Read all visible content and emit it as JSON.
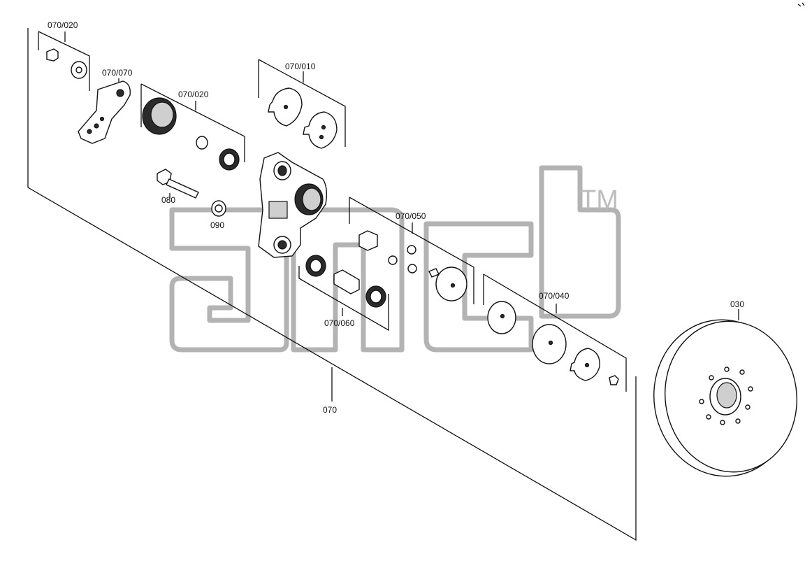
{
  "watermark": {
    "trademark": "TM"
  },
  "labels": {
    "l070_020_top": "070/020",
    "l070_070": "070/070",
    "l070_020_mid": "070/020",
    "l070_010": "070/010",
    "l080": "080",
    "l090": "090",
    "l070_050": "070/050",
    "l070_060": "070/060",
    "l070_040": "070/040",
    "l070": "070",
    "l030": "030"
  }
}
